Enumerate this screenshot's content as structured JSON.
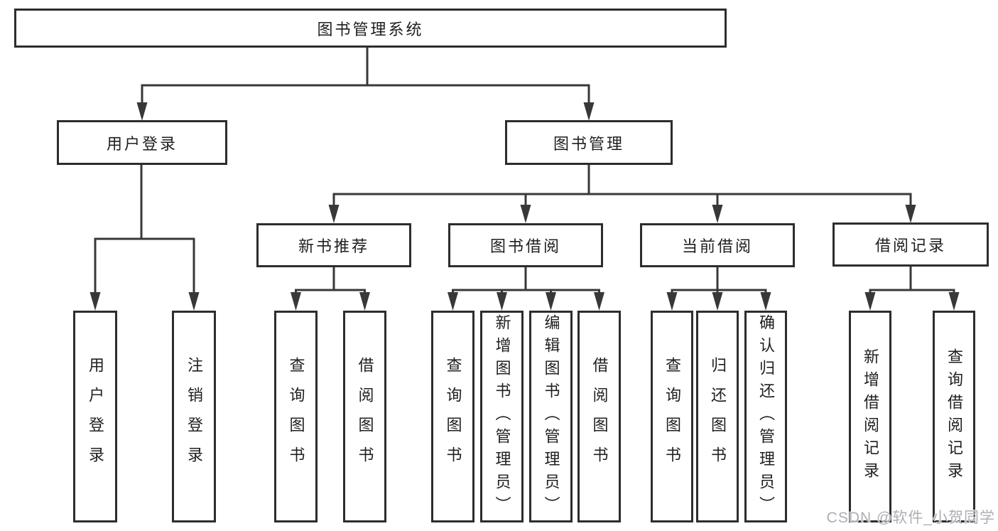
{
  "watermark": "CSDN @软件_小贺同学",
  "colors": {
    "line": "#383838",
    "box_border": "#2d2d2d",
    "text": "#1f1f1f",
    "watermark": "#a9a9b1",
    "background": "#ffffff"
  },
  "tree": {
    "root": "图书管理系统",
    "branches": [
      {
        "label": "用户登录",
        "children": [
          "用户登录",
          "注销登录"
        ]
      },
      {
        "label": "图书管理",
        "children": [
          {
            "label": "新书推荐",
            "children": [
              "查询图书",
              "借阅图书"
            ]
          },
          {
            "label": "图书借阅",
            "children": [
              "查询图书",
              "新增图书（管理员）",
              "编辑图书（管理员）",
              "借阅图书"
            ]
          },
          {
            "label": "当前借阅",
            "children": [
              "查询图书",
              "归还图书",
              "确认归还（管理员）"
            ]
          },
          {
            "label": "借阅记录",
            "children": [
              "新增借阅记录",
              "查询借阅记录"
            ]
          }
        ]
      }
    ]
  }
}
